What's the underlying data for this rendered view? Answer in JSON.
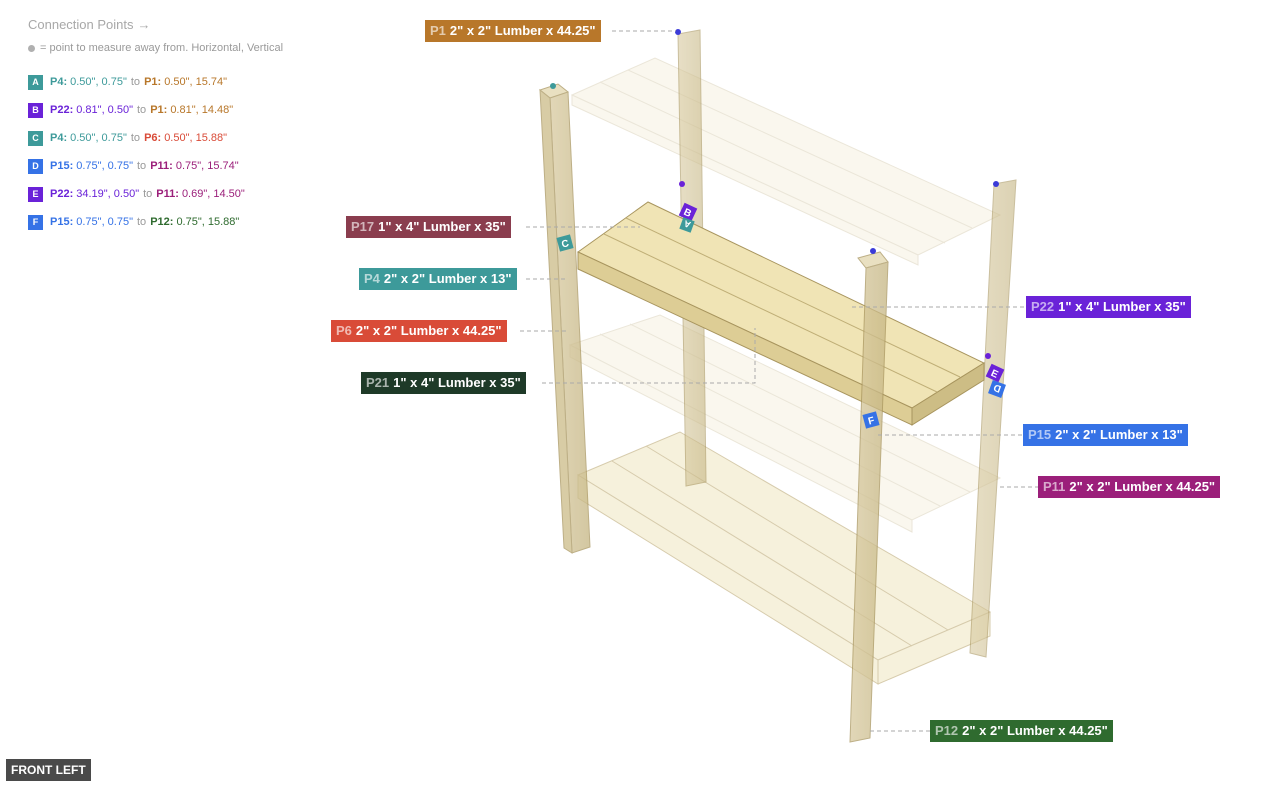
{
  "panel": {
    "title": "Connection Points",
    "legend": "= point to measure away from. Horizontal, Vertical"
  },
  "connections": [
    {
      "id": "A",
      "color": "#3d9a9a",
      "from_part": "P4:",
      "from_color": "#3d9a9a",
      "from_vals": "0.50\", 0.75\"",
      "to": "to",
      "to_part": "P1:",
      "to_color": "#b8772a",
      "to_vals": "0.50\", 15.74\""
    },
    {
      "id": "B",
      "color": "#6a22d8",
      "from_part": "P22:",
      "from_color": "#6a22d8",
      "from_vals": "0.81\", 0.50\"",
      "to": "to",
      "to_part": "P1:",
      "to_color": "#b8772a",
      "to_vals": "0.81\", 14.48\""
    },
    {
      "id": "C",
      "color": "#3d9a9a",
      "from_part": "P4:",
      "from_color": "#3d9a9a",
      "from_vals": "0.50\", 0.75\"",
      "to": "to",
      "to_part": "P6:",
      "to_color": "#d94b38",
      "to_vals": "0.50\", 15.88\""
    },
    {
      "id": "D",
      "color": "#3572e6",
      "from_part": "P15:",
      "from_color": "#3572e6",
      "from_vals": "0.75\", 0.75\"",
      "to": "to",
      "to_part": "P11:",
      "to_color": "#9b1f7a",
      "to_vals": "0.75\", 15.74\""
    },
    {
      "id": "E",
      "color": "#6a22d8",
      "from_part": "P22:",
      "from_color": "#6a22d8",
      "from_vals": "34.19\", 0.50\"",
      "to": "to",
      "to_part": "P11:",
      "to_color": "#9b1f7a",
      "to_vals": "0.69\", 14.50\""
    },
    {
      "id": "F",
      "color": "#3572e6",
      "from_part": "P15:",
      "from_color": "#3572e6",
      "from_vals": "0.75\", 0.75\"",
      "to": "to",
      "to_part": "P12:",
      "to_color": "#2f6b2f",
      "to_vals": "0.75\", 15.88\""
    }
  ],
  "parts": [
    {
      "id": "P1",
      "desc": "2\" x 2\" Lumber x 44.25\"",
      "color": "#b8772a"
    },
    {
      "id": "P17",
      "desc": "1\" x 4\" Lumber  x 35\"",
      "color": "#8a3d4e"
    },
    {
      "id": "P4",
      "desc": "2\" x 2\" Lumber x 13\"",
      "color": "#3d9a9a"
    },
    {
      "id": "P6",
      "desc": "2\" x 2\" Lumber x 44.25\"",
      "color": "#d94b38"
    },
    {
      "id": "P21",
      "desc": "1\" x 4\" Lumber  x 35\"",
      "color": "#1e3a28"
    },
    {
      "id": "P22",
      "desc": "1\" x 4\" Lumber  x 35\"",
      "color": "#6a22d8"
    },
    {
      "id": "P15",
      "desc": "2\" x 2\" Lumber x 13\"",
      "color": "#3572e6"
    },
    {
      "id": "P11",
      "desc": "2\" x 2\" Lumber x 44.25\"",
      "color": "#9b1f7a"
    },
    {
      "id": "P12",
      "desc": "2\" x 2\" Lumber x 44.25\"",
      "color": "#2f6b2f"
    }
  ],
  "markers": [
    "B",
    "A",
    "C",
    "E",
    "D",
    "F"
  ],
  "view": "FRONT LEFT"
}
